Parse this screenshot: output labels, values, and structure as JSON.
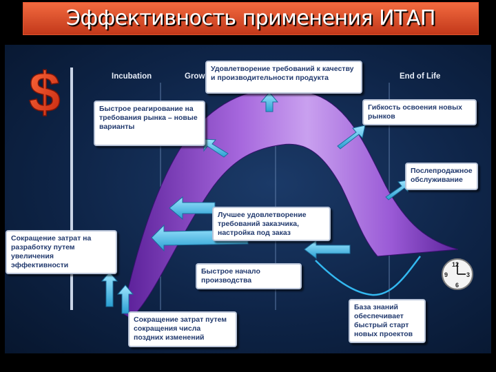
{
  "title": "Эффективность применения ИТАП",
  "currency_symbol": "$",
  "phases": {
    "incubation": "Incubation",
    "growth": "Grow",
    "end_of_life": "End of Life"
  },
  "callouts": {
    "quality": "Удовлетворение требований к качеству и производительности продукта",
    "fast_response": "Быстрое реагирование на требования рынка – новые варианты",
    "flexibility": "Гибкость освоения новых рынков",
    "after_sales": "Послепродажное обслуживание",
    "customization": "Лучшее удовлетворение требований заказчика, настройка под заказ",
    "dev_cost": "Сокращение затрат на разработку путем увеличения эффективности",
    "fast_start": "Быстрое начало производства",
    "late_changes": "Сокращение затрат путем сокращения числа поздних изменений",
    "knowledge_base": "База знаний обеспечивает быстрый старт новых проектов"
  },
  "clock": {
    "n12": "12",
    "n3": "3",
    "n6": "6",
    "n9": "9"
  },
  "colors": {
    "title_bar": "#e4512b",
    "panel": "#0f2850",
    "curve_band": "#8a3fc0",
    "arrow": "#49bfe8",
    "callout_text": "#223a6e",
    "dollar": "#e33b1e"
  }
}
